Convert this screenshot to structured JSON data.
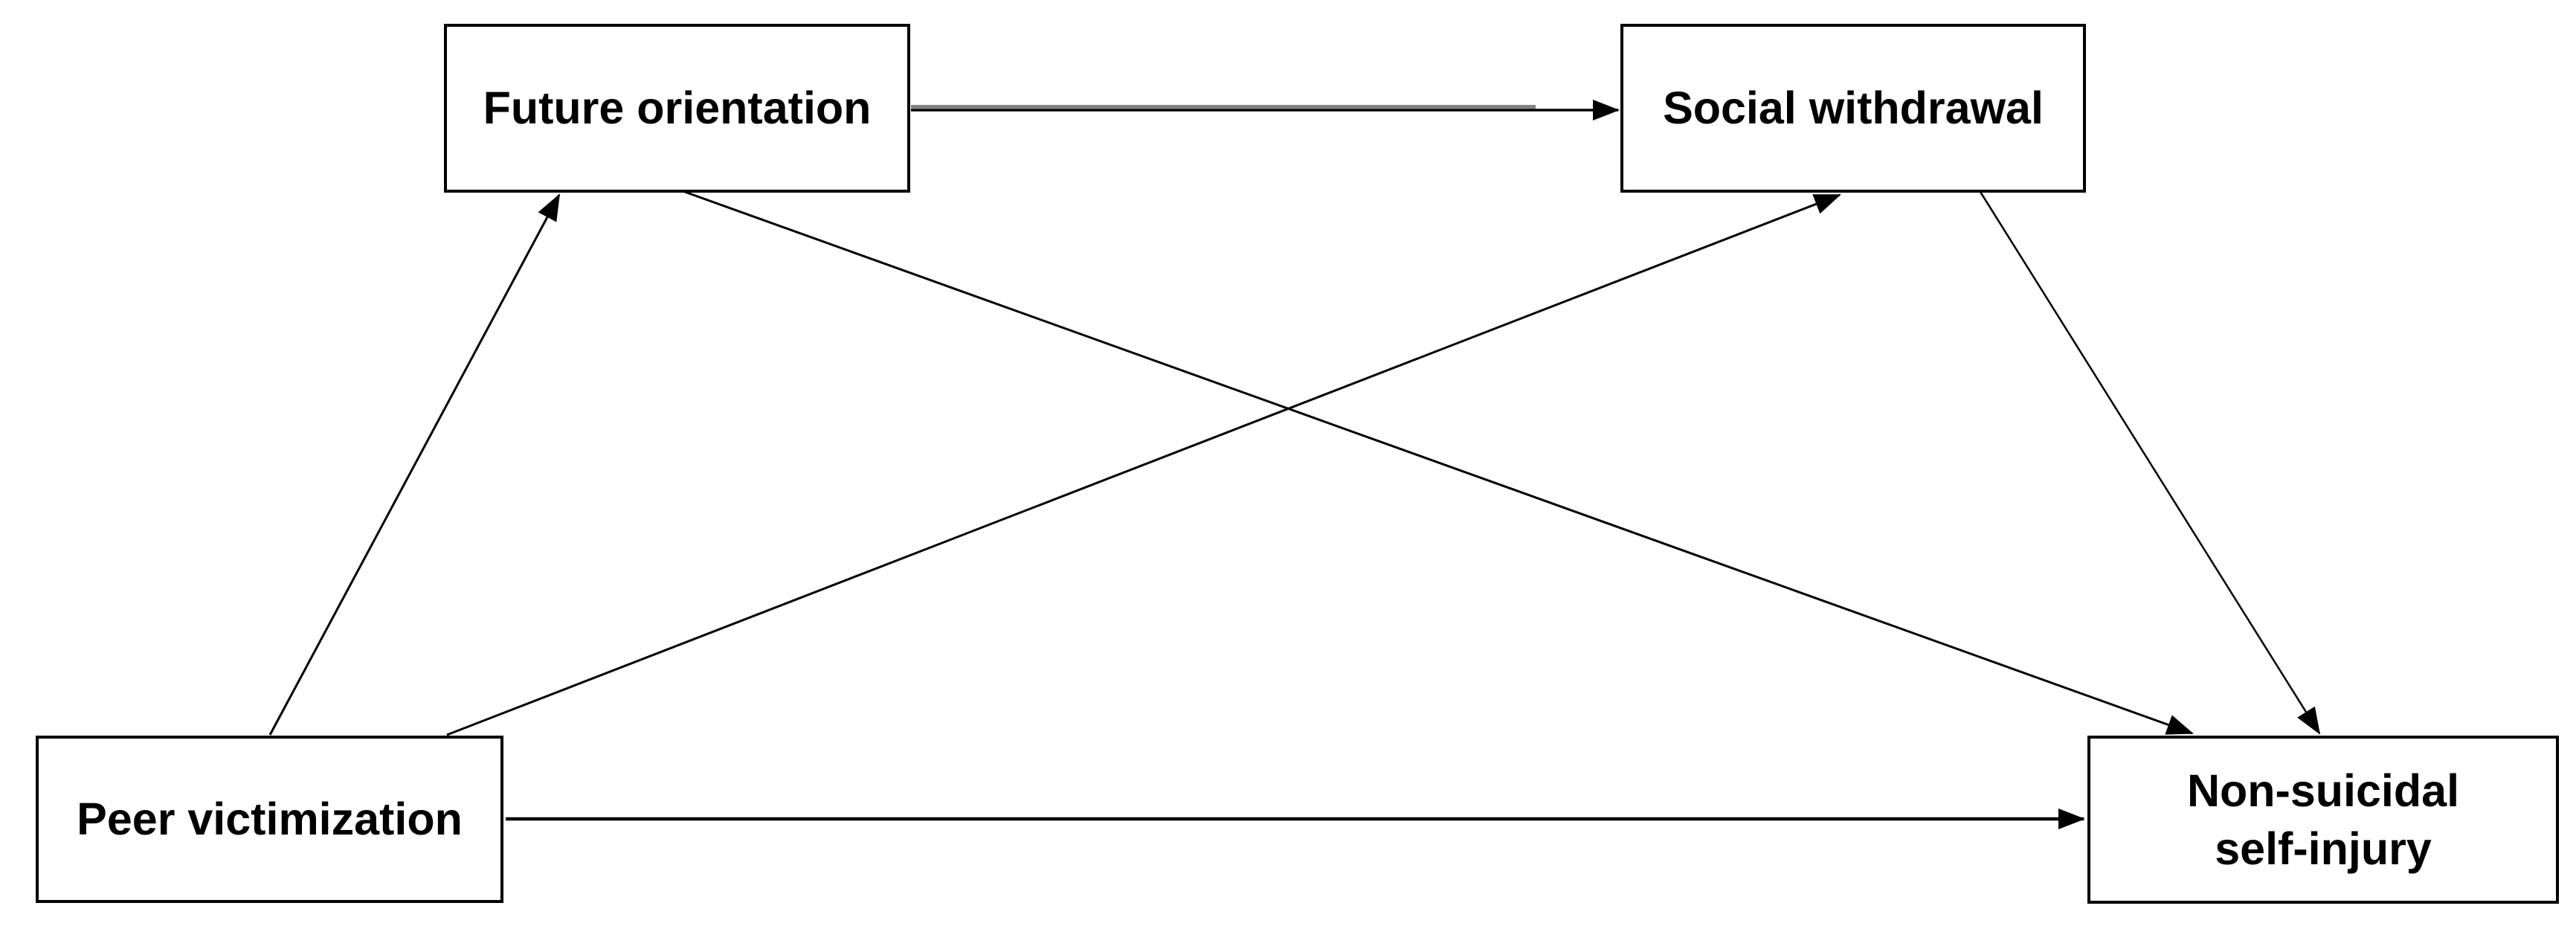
{
  "figure": {
    "type": "path-model-diagram",
    "background_color": "#ffffff",
    "box_border_color": "#000000",
    "text_color": "#000000",
    "arrow_color": "#000000",
    "secondary_arrow_color": "#838383"
  },
  "nodes": {
    "future_orientation": {
      "label": "Future orientation"
    },
    "social_withdrawal": {
      "label": "Social withdrawal"
    },
    "peer_victimization": {
      "label": "Peer victimization"
    },
    "nssi": {
      "label": "Non-suicidal\nself-injury"
    }
  },
  "edges": [
    {
      "from": "peer_victimization",
      "to": "future_orientation",
      "style": "black-arrow"
    },
    {
      "from": "peer_victimization",
      "to": "social_withdrawal",
      "style": "black-arrow"
    },
    {
      "from": "future_orientation",
      "to": "social_withdrawal",
      "style": "gray-to-black-arrow"
    },
    {
      "from": "future_orientation",
      "to": "nssi",
      "style": "black-arrow"
    },
    {
      "from": "social_withdrawal",
      "to": "nssi",
      "style": "black-arrow"
    },
    {
      "from": "peer_victimization",
      "to": "nssi",
      "style": "black-arrow"
    }
  ]
}
